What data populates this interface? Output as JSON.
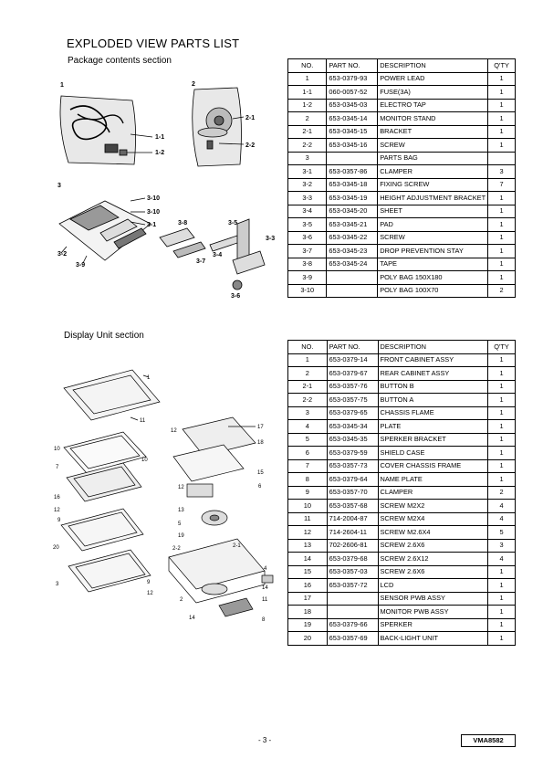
{
  "title": "EXPLODED VIEW   PARTS LIST",
  "package_section": {
    "heading": "Package contents section",
    "headers": [
      "NO.",
      "PART NO.",
      "DESCRIPTION",
      "Q'TY"
    ],
    "rows": [
      [
        "1",
        "653-0379-93",
        "POWER LEAD",
        "1"
      ],
      [
        "1-1",
        "060-0057-52",
        "FUSE(3A)",
        "1"
      ],
      [
        "1-2",
        "653-0345-03",
        "ELECTRO TAP",
        "1"
      ],
      [
        "2",
        "653-0345-14",
        "MONITOR STAND",
        "1"
      ],
      [
        "2-1",
        "653-0345-15",
        "BRACKET",
        "1"
      ],
      [
        "2-2",
        "653-0345-16",
        "SCREW",
        "1"
      ],
      [
        "3",
        "",
        "PARTS BAG",
        ""
      ],
      [
        "3-1",
        "653-0357-86",
        "CLAMPER",
        "3"
      ],
      [
        "3-2",
        "653-0345-18",
        "FIXING SCREW",
        "7"
      ],
      [
        "3-3",
        "653-0345-19",
        "HEIGHT ADJUSTMENT BRACKET",
        "1"
      ],
      [
        "3-4",
        "653-0345-20",
        "SHEET",
        "1"
      ],
      [
        "3-5",
        "653-0345-21",
        "PAD",
        "1"
      ],
      [
        "3-6",
        "653-0345-22",
        "SCREW",
        "1"
      ],
      [
        "3-7",
        "653-0345-23",
        "DROP PREVENTION STAY",
        "1"
      ],
      [
        "3-8",
        "653-0345-24",
        "TAPE",
        "1"
      ],
      [
        "3-9",
        "",
        "POLY BAG 150X180",
        "1"
      ],
      [
        "3-10",
        "",
        "POLY BAG 100X70",
        "2"
      ]
    ],
    "callouts": {
      "c1": "1",
      "c1_1": "1-1",
      "c1_2": "1-2",
      "c2": "2",
      "c2_1": "2-1",
      "c2_2": "2-2",
      "c3": "3",
      "c3_10a": "3-10",
      "c3_10b": "3-10",
      "c3_1": "3-1",
      "c3_2": "3-2",
      "c3_9": "3-9",
      "c3_8": "3-8",
      "c3_7": "3-7",
      "c3_4": "3-4",
      "c3_5": "3-5",
      "c3_3": "3-3",
      "c3_6": "3-6"
    }
  },
  "display_section": {
    "heading": "Display Unit section",
    "headers": [
      "NO.",
      "PART NO.",
      "DESCRIPTION",
      "Q'TY"
    ],
    "rows": [
      [
        "1",
        "653-0379-14",
        "FRONT CABINET ASSY",
        "1"
      ],
      [
        "2",
        "653-0379-67",
        "REAR CABINET ASSY",
        "1"
      ],
      [
        "2-1",
        "653-0357-76",
        "BUTTON B",
        "1"
      ],
      [
        "2-2",
        "653-0357-75",
        "BUTTON A",
        "1"
      ],
      [
        "3",
        "653-0379-65",
        "CHASSIS FLAME",
        "1"
      ],
      [
        "4",
        "653-0345-34",
        "PLATE",
        "1"
      ],
      [
        "5",
        "653-0345-35",
        "SPERKER BRACKET",
        "1"
      ],
      [
        "6",
        "653-0379-59",
        "SHIELD CASE",
        "1"
      ],
      [
        "7",
        "653-0357-73",
        "COVER CHASSIS FRAME",
        "1"
      ],
      [
        "8",
        "653-0379-64",
        "NAME PLATE",
        "1"
      ],
      [
        "9",
        "653-0357-70",
        "CLAMPER",
        "2"
      ],
      [
        "10",
        "653-0357-68",
        "SCREW M2X2",
        "4"
      ],
      [
        "11",
        "714-2004-87",
        "SCREW M2X4",
        "4"
      ],
      [
        "12",
        "714-2604-11",
        "SCREW M2.6X4",
        "5"
      ],
      [
        "13",
        "702-2606-81",
        "SCREW    2.6X6",
        "3"
      ],
      [
        "14",
        "653-0379-68",
        "SCREW    2.6X12",
        "4"
      ],
      [
        "15",
        "653-0357-03",
        "SCREW    2.6X6",
        "1"
      ],
      [
        "16",
        "653-0357-72",
        "LCD",
        "1"
      ],
      [
        "17",
        "",
        "SENSOR PWB ASSY",
        "1"
      ],
      [
        "18",
        "",
        "MONITOR PWB ASSY",
        "1"
      ],
      [
        "19",
        "653-0379-66",
        "SPERKER",
        "1"
      ],
      [
        "20",
        "653-0357-69",
        "BACK-LIGHT UNIT",
        "1"
      ]
    ],
    "callouts": {
      "d1": "1",
      "d11": "11",
      "d10a": "10",
      "d10b": "10",
      "d7": "7",
      "d16": "16",
      "d12a": "12",
      "d9a": "9",
      "d20": "20",
      "d3": "3",
      "d9b": "9",
      "d12b": "12",
      "d12c": "12",
      "d17": "17",
      "d18": "18",
      "d12d": "12",
      "d15": "15",
      "d6": "6",
      "d13": "13",
      "d5": "5",
      "d19": "19",
      "d2_2": "2-2",
      "d2_1": "2-1",
      "d4": "4",
      "d2": "2",
      "d14a": "14",
      "d14b": "14",
      "d11b": "11",
      "d8": "8"
    }
  },
  "footer": {
    "page": "- 3 -",
    "model": "VMA8582"
  }
}
